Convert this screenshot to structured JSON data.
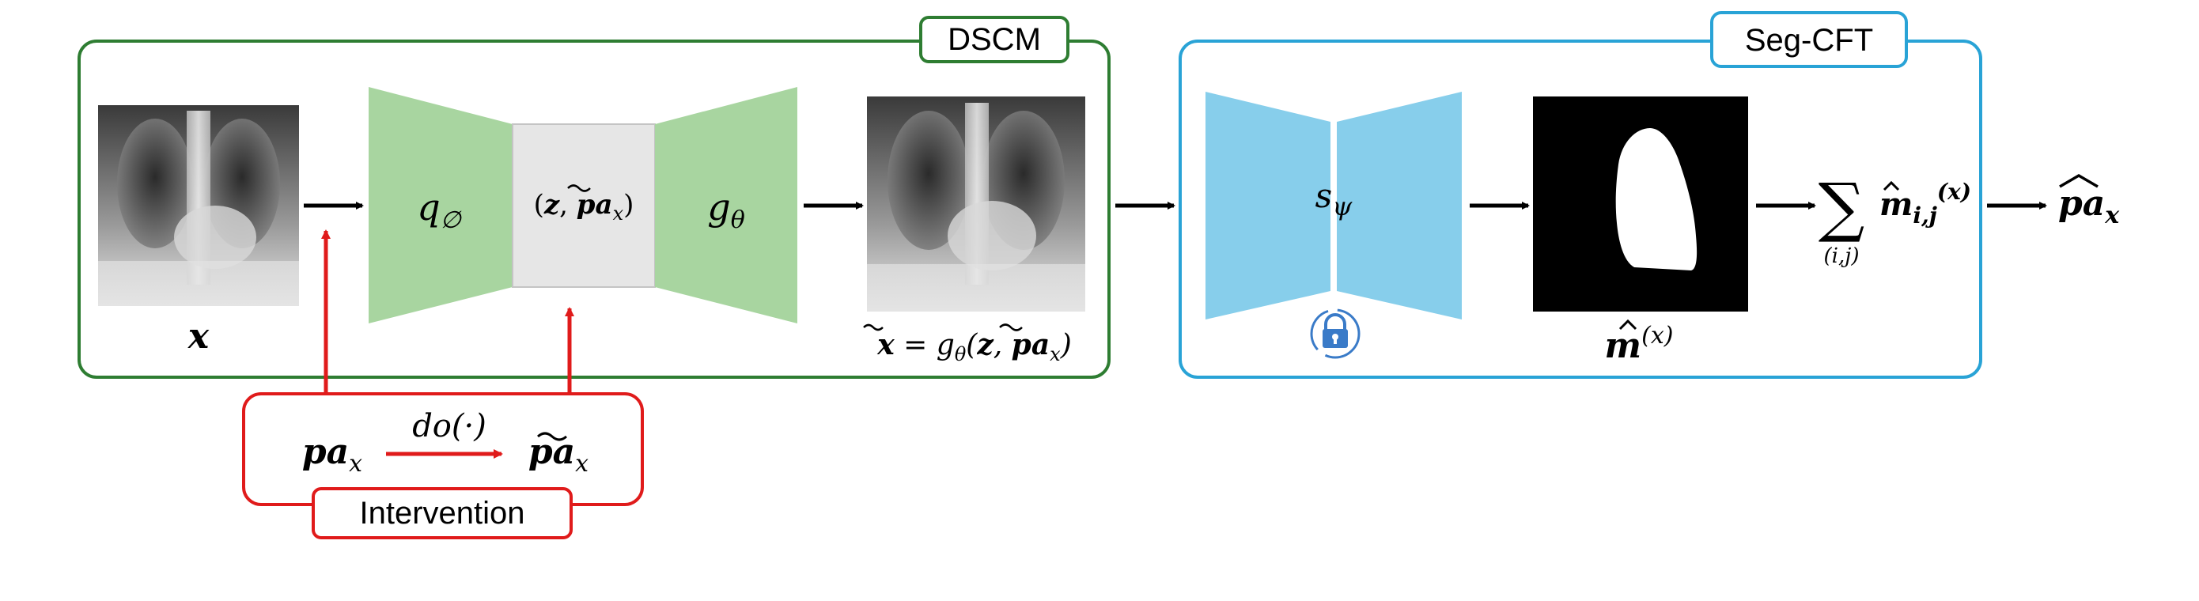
{
  "groups": {
    "dscm": {
      "label": "DSCM",
      "color": "#2e7d32"
    },
    "segcft": {
      "label": "Seg-CFT",
      "color": "#29a3d6"
    },
    "intervention": {
      "label": "Intervention",
      "color": "#e01b1b"
    }
  },
  "dscm": {
    "input_label": "x",
    "encoder_label": "q",
    "encoder_sub": "∅",
    "latent_open": "(",
    "latent_z": "z",
    "latent_sep": ", ",
    "latent_pa": "pa",
    "latent_pa_sub": "x",
    "latent_close": ")",
    "decoder_label": "g",
    "decoder_sub": "θ",
    "output_label": {
      "xt": "x",
      "eq": " = g",
      "theta": "θ",
      "open": "(",
      "z": "z",
      "sep": ", ",
      "pa": "pa",
      "sub": "x",
      "close": ")"
    }
  },
  "intervention": {
    "pa": "pa",
    "pa_sub": "x",
    "do": "do(·)",
    "pa_tilde": "pa",
    "pa_tilde_sub": "x"
  },
  "segcft": {
    "model_label": "s",
    "model_sub": "ψ",
    "lock_icon": "lock-icon",
    "mask_label": "m",
    "mask_sup": "(x)",
    "sum_symbol": "∑",
    "sum_sub": "(i,j)",
    "sum_term": "m",
    "sum_term_sub": "i,j",
    "sum_term_sup": "(x)",
    "output_pa": "pa",
    "output_sub": "x"
  },
  "colors": {
    "encoder_decoder": "#a8d5a0",
    "latent": "#e6e6e6",
    "seg_model": "#87ceeb",
    "arrow": "#000000",
    "intervention_arrow": "#e01b1b"
  }
}
